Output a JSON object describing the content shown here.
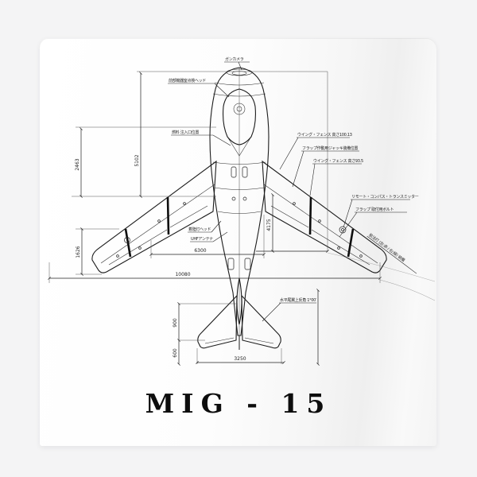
{
  "background_color": "#f4f4f5",
  "poster": {
    "title": "MIG - 15",
    "paper_color": "#fdfdfd",
    "line_color": "#1c1c1c",
    "subject": "MiG-15 top-view technical blueprint"
  },
  "drawing": {
    "callouts": {
      "gun_camera": "ガンカメラ",
      "nose_hatch": "前部機器室点検ヘッド",
      "fuel_filler": "燃料 注入口位置",
      "wing_fence_outer": "ウイング・フェンス 高さ100.13",
      "flap_jack": "フラップ作動用ジャッキ装備位置",
      "wing_fence_inner": "ウイング・フェンス 高さ93.5",
      "compass_transmitter": "リモート・コンパス・トランスミッター",
      "flap_bolt": "フラップ 取付用ボルト",
      "wingtip_note": "航法灯 (左:赤 / 右:緑) 装備",
      "landing_light": "着陸灯ヘッド",
      "uhf_antenna": "UHFアンテナ",
      "tailplane_angle": "水平尾翼上反角 1°00′"
    },
    "dimensions": {
      "front_section": "2463",
      "forward_length": "5102",
      "wingtip_chord": "1626",
      "root_chord": "4175",
      "inner_span": "6300",
      "wing_span": "10080",
      "tail_upper": "900",
      "tail_lower": "600",
      "tailplane_span": "3250"
    }
  }
}
